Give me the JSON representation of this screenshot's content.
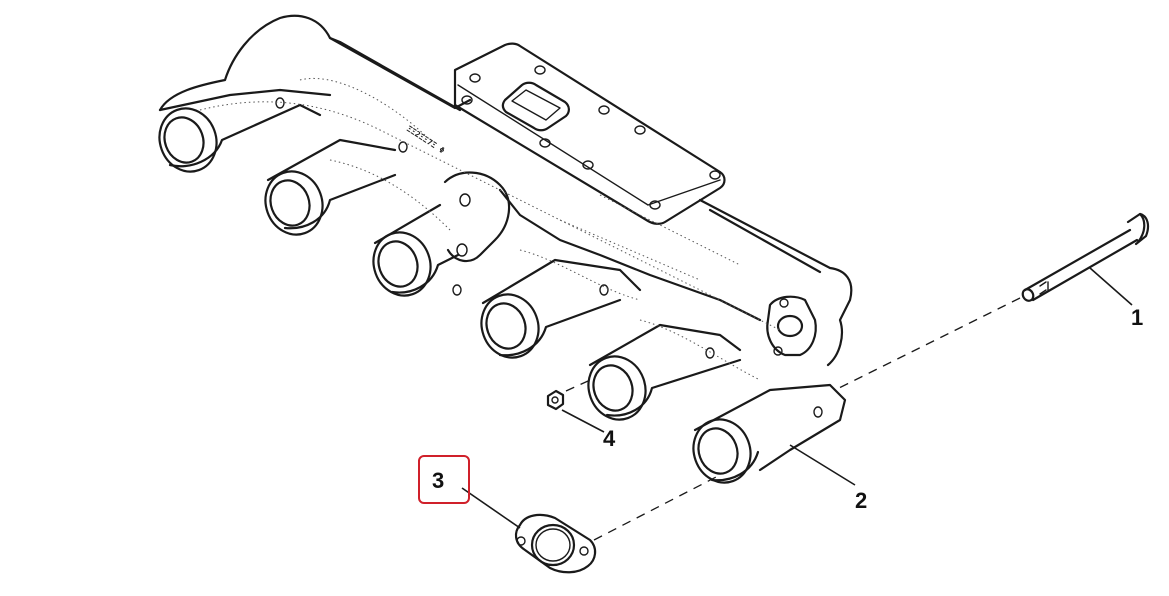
{
  "diagram": {
    "callouts": [
      {
        "id": "1",
        "label": "1"
      },
      {
        "id": "2",
        "label": "2"
      },
      {
        "id": "3",
        "label": "3"
      },
      {
        "id": "4",
        "label": "4"
      }
    ],
    "highlighted_callout": "3",
    "highlight_color": "#d0202a",
    "casting_stamp": "ΞΞ2ΞΞ7Ξ  Φ"
  }
}
